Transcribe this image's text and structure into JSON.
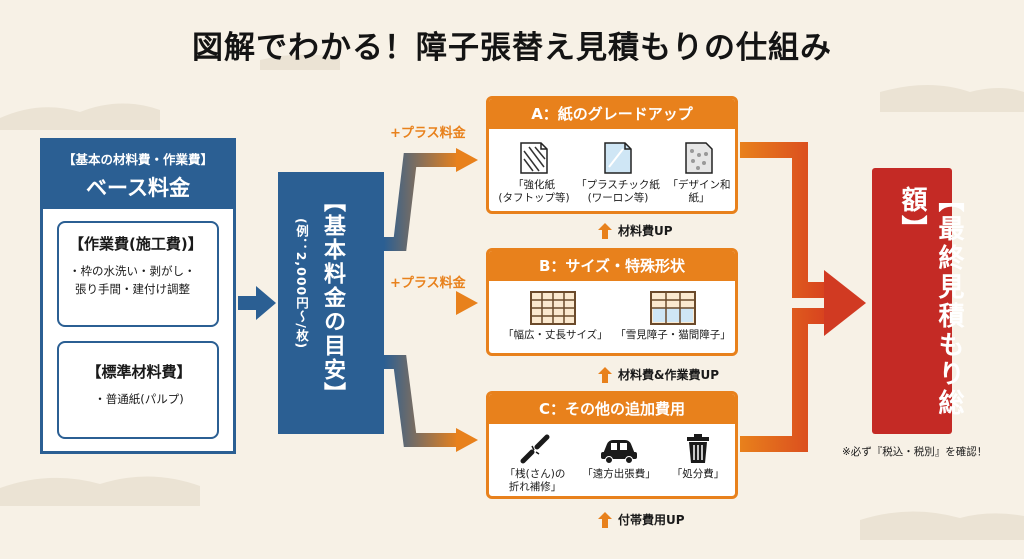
{
  "title": "図解でわかる！障子張替え見積もりの仕組み",
  "base": {
    "subheading": "【基本の材料費・作業費】",
    "heading": "ベース料金",
    "work": {
      "title": "【作業費(施工費)】",
      "lines": [
        "・枠の水洗い・剥がし・",
        "張り手間・建付け調整"
      ]
    },
    "material": {
      "title": "【標準材料費】",
      "lines": [
        "・普通紙(パルプ)"
      ]
    }
  },
  "center": {
    "main": "【基本料金の目安】",
    "example": "(例：2,000円〜/枚)"
  },
  "plus_label": "+プラス料金",
  "panels": {
    "a": {
      "title": "A：紙のグレードアップ",
      "items": [
        {
          "icon": "reinforced-paper-icon",
          "lines": [
            "「強化紙",
            "(タフトップ等)"
          ]
        },
        {
          "icon": "plastic-paper-icon",
          "lines": [
            "「プラスチック紙",
            "(ワーロン等)"
          ]
        },
        {
          "icon": "design-paper-icon",
          "lines": [
            "「デザイン和紙」"
          ]
        }
      ],
      "up_label": "材料費UP"
    },
    "b": {
      "title": "B：サイズ・特殊形状",
      "items": [
        {
          "icon": "shoji-grid-icon",
          "lines": [
            "「幅広・丈長サイズ」"
          ]
        },
        {
          "icon": "yukimi-shoji-icon",
          "lines": [
            "「雪見障子・猫間障子」"
          ]
        }
      ],
      "up_label": "材料費&作業費UP"
    },
    "c": {
      "title": "C：その他の追加費用",
      "items": [
        {
          "icon": "broken-frame-icon",
          "lines": [
            "「桟(さん)の",
            "折れ補修」"
          ]
        },
        {
          "icon": "car-icon",
          "lines": [
            "「遠方出張費」"
          ]
        },
        {
          "icon": "trash-icon",
          "lines": [
            "「処分費」"
          ]
        }
      ],
      "up_label": "付帯費用UP"
    }
  },
  "final": {
    "label": "【最終見積もり総額】",
    "note": "※必ず『税込・税別』を確認！"
  },
  "colors": {
    "blue": "#2b5f93",
    "orange": "#e8811c",
    "red": "#c42a25",
    "background": "#f7f1e6"
  }
}
